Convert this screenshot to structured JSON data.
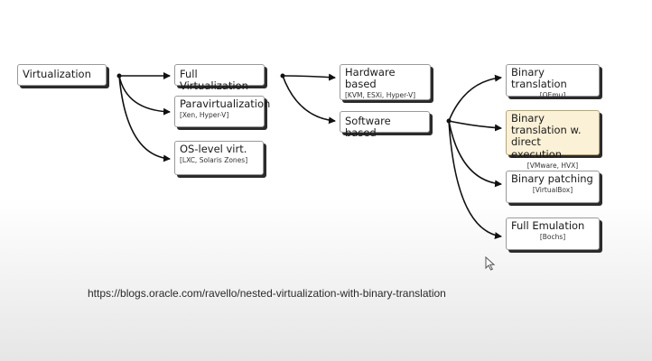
{
  "diagram": {
    "root": {
      "title": "Virtualization"
    },
    "level1": [
      {
        "title": "Full Virtualization",
        "sub": ""
      },
      {
        "title": "Paravirtualization",
        "sub": "[Xen, Hyper-V]"
      },
      {
        "title": "OS-level virt.",
        "sub": "[LXC, Solaris Zones]"
      }
    ],
    "level2": [
      {
        "title": "Hardware based",
        "sub": "[KVM, ESXi, Hyper-V]"
      },
      {
        "title": "Software based",
        "sub": ""
      }
    ],
    "level3": [
      {
        "title": "Binary translation",
        "sub": "[QEmu]"
      },
      {
        "title": "Binary translation w. direct execution",
        "sub": "[VMware, HVX]"
      },
      {
        "title": "Binary patching",
        "sub": "[VirtualBox]"
      },
      {
        "title": "Full Emulation",
        "sub": "[Bochs]"
      }
    ]
  },
  "source_url": "https://blogs.oracle.com/ravello/nested-virtualization-with-binary-translation",
  "colors": {
    "highlight_fill": "#fbf1d6",
    "box_border": "#9a9a9a",
    "shadow": "#2b2b2b",
    "connector": "#111111"
  },
  "icons": [
    "mouse-cursor-icon"
  ]
}
